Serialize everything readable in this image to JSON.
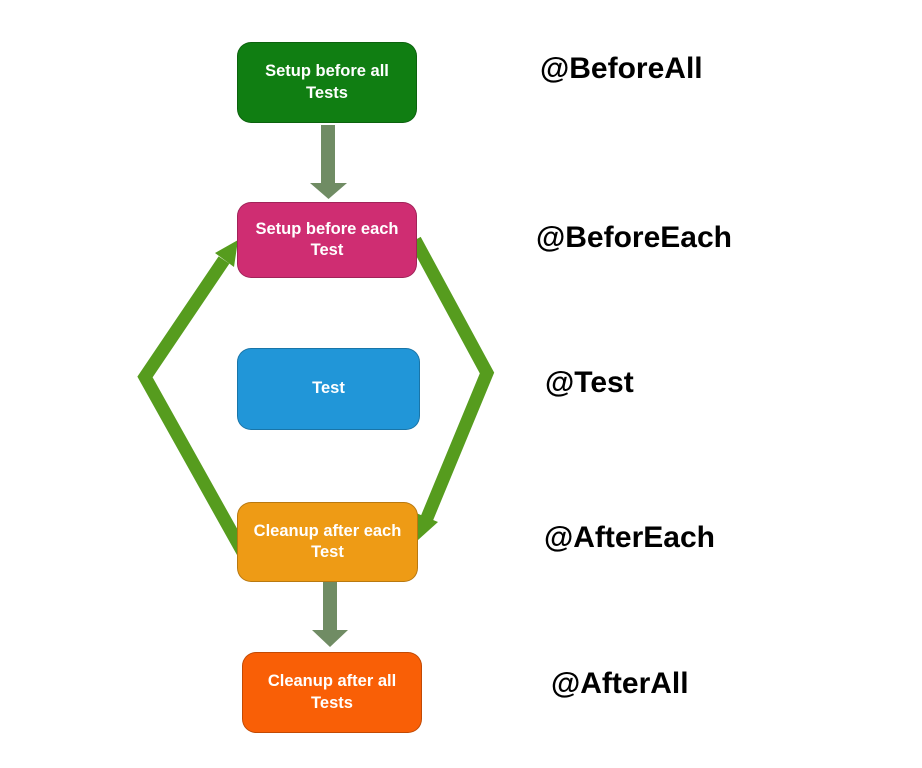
{
  "diagram": {
    "background": "#FFFFFF",
    "node_text_color": "#FFFFFF",
    "annotation_text_color": "#000000",
    "nodes": [
      {
        "id": "before-all",
        "label": "Setup before all\nTests",
        "annotation": "@BeforeAll",
        "color": "#107E12"
      },
      {
        "id": "before-each",
        "label": "Setup before each\nTest",
        "annotation": "@BeforeEach",
        "color": "#CF2D72"
      },
      {
        "id": "test",
        "label": "Test",
        "annotation": "@Test",
        "color": "#2196D8"
      },
      {
        "id": "after-each",
        "label": "Cleanup after each\nTest",
        "annotation": "@AfterEach",
        "color": "#EE9B15"
      },
      {
        "id": "after-all",
        "label": "Cleanup after all\nTests",
        "annotation": "@AfterAll",
        "color": "#F95F06"
      }
    ],
    "edges": [
      {
        "from": "before-all",
        "to": "before-each",
        "shape": "straight-down",
        "color": "#708C64"
      },
      {
        "from": "before-each",
        "to": "after-each",
        "shape": "bent-right",
        "color": "#569C1E"
      },
      {
        "from": "after-each",
        "to": "before-each",
        "shape": "bent-left",
        "color": "#569C1E"
      },
      {
        "from": "after-each",
        "to": "after-all",
        "shape": "straight-down",
        "color": "#708C64"
      }
    ]
  }
}
